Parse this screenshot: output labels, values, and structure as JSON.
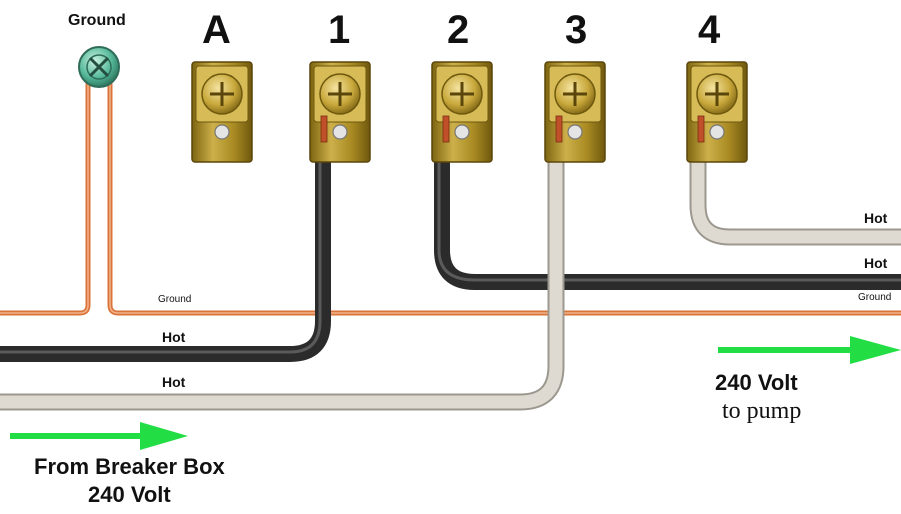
{
  "ground_screw": {
    "label": "Ground"
  },
  "terminals": [
    {
      "label": "A"
    },
    {
      "label": "1"
    },
    {
      "label": "2"
    },
    {
      "label": "3"
    },
    {
      "label": "4"
    }
  ],
  "wires": {
    "left_ground": "Ground",
    "left_hot_black": "Hot",
    "left_hot_white": "Hot",
    "right_hot_upper": "Hot",
    "right_hot_lower": "Hot",
    "right_ground": "Ground"
  },
  "arrows": {
    "input": {
      "line1": "From Breaker Box",
      "line2": "240 Volt"
    },
    "output": {
      "line1": "240 Volt",
      "line2": "to pump"
    }
  },
  "colors": {
    "arrow": "#22dd44",
    "ground_wire": "#d9733a",
    "hot_black": "#3a3a3a",
    "hot_white": "#d6d2c8",
    "terminal_brass": "#b8982a"
  }
}
